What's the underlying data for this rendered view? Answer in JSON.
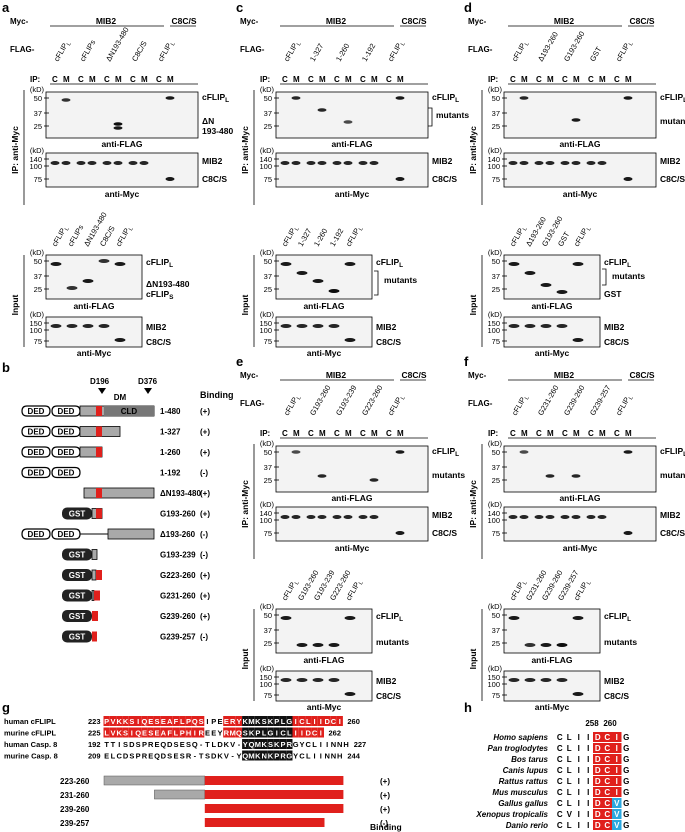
{
  "panel_letters": [
    "a",
    "b",
    "c",
    "d",
    "e",
    "f",
    "g",
    "h"
  ],
  "common": {
    "myc": "Myc-",
    "flag": "FLAG-",
    "mib2": "MIB2",
    "c8cs": "C8C/S",
    "ip": "IP:",
    "c": "C",
    "m": "M",
    "kd": "(kD)",
    "ip_side": "IP: anti-Myc",
    "input_side": "Input",
    "anti_flag": "anti-FLAG",
    "anti_myc": "anti-Myc",
    "cflip_l": "cFLIPL",
    "mutants": "mutants",
    "mutant": "mutant"
  },
  "panel_a": {
    "lanes": [
      "cFLIPL",
      "cFLIPs",
      "ΔN193-480",
      "C8C/S",
      "cFLIPL"
    ],
    "input_lanes": [
      "cFLIPL",
      "cFLIPs",
      "ΔN193-480",
      "C8C/S",
      "cFLIPL"
    ],
    "dn_label_1": "ΔN",
    "dn_label_2": "193-480",
    "input_right_1": "ΔN193-480",
    "input_right_2": "cFLIPS",
    "ip_ticks_top": [
      "50",
      "37",
      "25"
    ],
    "ip_ticks_bottom": [
      "140",
      "100",
      "75"
    ],
    "input_ticks_top": [
      "50",
      "37",
      "25"
    ],
    "input_ticks_bottom": [
      "150",
      "100",
      "75"
    ]
  },
  "panel_b": {
    "marker_d196": "D196",
    "marker_d376": "D376",
    "dm": "DM",
    "binding": "Binding",
    "ded": "DED",
    "cld": "CLD",
    "gst": "GST",
    "rows": [
      {
        "name": "1-480",
        "binding": "(+)"
      },
      {
        "name": "1-327",
        "binding": "(+)"
      },
      {
        "name": "1-260",
        "binding": "(+)"
      },
      {
        "name": "1-192",
        "binding": "(-)"
      },
      {
        "name": "ΔN193-480",
        "binding": "(+)"
      },
      {
        "name": "G193-260",
        "binding": "(+)"
      },
      {
        "name": "Δ193-260",
        "binding": "(-)"
      },
      {
        "name": "G193-239",
        "binding": "(-)"
      },
      {
        "name": "G223-260",
        "binding": "(+)"
      },
      {
        "name": "G231-260",
        "binding": "(+)"
      },
      {
        "name": "G239-260",
        "binding": "(+)"
      },
      {
        "name": "G239-257",
        "binding": "(-)"
      }
    ]
  },
  "panel_c": {
    "lanes": [
      "cFLIPL",
      "1-327",
      "1-260",
      "1-192",
      "cFLIPL"
    ],
    "input_lanes": [
      "cFLIPL",
      "1-327",
      "1-260",
      "1-192",
      "cFLIPL"
    ]
  },
  "panel_d": {
    "lanes": [
      "cFLIPL",
      "Δ193-260",
      "G193-260",
      "GST",
      "cFLIPL"
    ],
    "input_lanes": [
      "cFLIPL",
      "Δ193-260",
      "G193-260",
      "GST",
      "cFLIPL"
    ],
    "gst_label": "GST"
  },
  "panel_e": {
    "lanes": [
      "cFLIPL",
      "G193-260",
      "G193-239",
      "G223-260",
      "cFLIPL"
    ],
    "input_lanes": [
      "cFLIPL",
      "G193-260",
      "G193-239",
      "G223-260",
      "cFLIPL"
    ]
  },
  "panel_f": {
    "lanes": [
      "cFLIPL",
      "G231-260",
      "G239-260",
      "G239-257",
      "cFLIPL"
    ],
    "input_lanes": [
      "cFLIPL",
      "G231-260",
      "G239-260",
      "G239-257",
      "cFLIPL"
    ]
  },
  "panel_g": {
    "alignment": [
      {
        "label": "human  cFLIPL",
        "start": "223",
        "seq": "PVKKSIQESEAFLPQSIPEERYKMKSKPLGICLIIDCI",
        "end": "260"
      },
      {
        "label": "murine cFLIPL",
        "start": "225",
        "seq": "LVKSIQESEAFLPHIREEYRMQSKPLGICLIIDCI",
        "end": "262"
      },
      {
        "label": "human Casp. 8",
        "start": "192",
        "seq": "TTISDSPREQDSESQ-TLDKV-YQMKSKPRGYCLIINNH",
        "end": "227"
      },
      {
        "label": "murine Casp. 8",
        "start": "209",
        "seq": "ELCDSPREQDSESR-TSDKV-YQMKNKPRGYCLIINNH",
        "end": "244"
      }
    ],
    "constructs": [
      {
        "name": "223-260",
        "binding": "(+)"
      },
      {
        "name": "231-260",
        "binding": "(+)"
      },
      {
        "name": "239-260",
        "binding": "(+)"
      },
      {
        "name": "239-257",
        "binding": "(-)"
      }
    ],
    "binding": "Binding"
  },
  "panel_h": {
    "pos_258": "258",
    "pos_260": "260",
    "species": [
      {
        "name": "Homo sapiens",
        "seq": "CLIIDCIG"
      },
      {
        "name": "Pan troglodytes",
        "seq": "CLIIDCIG"
      },
      {
        "name": "Bos tarus",
        "seq": "CLIIDCIG"
      },
      {
        "name": "Canis lupus",
        "seq": "CLIIDCIG"
      },
      {
        "name": "Rattus rattus",
        "seq": "CLIIDCIG"
      },
      {
        "name": "Mus musculus",
        "seq": "CLIIDCIG"
      },
      {
        "name": "Gallus gallus",
        "seq": "CLIIDCVG"
      },
      {
        "name": "Xenopus tropicalis",
        "seq": "CVIIDCVG"
      },
      {
        "name": "Danio rerio",
        "seq": "CLIIDCVG"
      }
    ]
  },
  "colors": {
    "red": "#e0201c",
    "cyan": "#2aa8e0",
    "grey": "#a9a9a9",
    "black": "#111111"
  }
}
